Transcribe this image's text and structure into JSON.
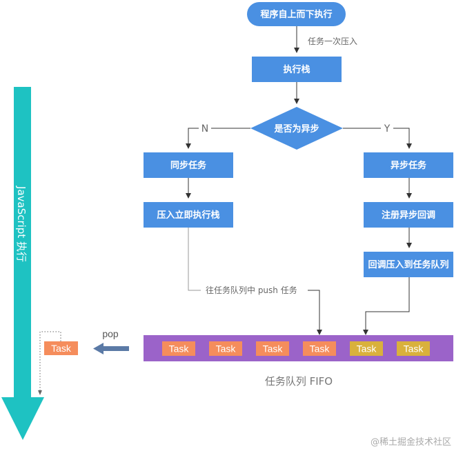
{
  "flow": {
    "start": "程序自上而下执行",
    "push_label": "任务一次压入",
    "stack": "执行栈",
    "decision": "是否为异步",
    "no": "N",
    "yes": "Y",
    "sync_task": "同步任务",
    "push_stack": "压入立即执行栈",
    "async_task": "异步任务",
    "register_cb": "注册异步回调",
    "cb_push_queue": "回调压入到任务队列",
    "push_queue_label": "往任务队列中 push 任务"
  },
  "queue": {
    "label": "任务队列 FIFO",
    "tasks": [
      "Task",
      "Task",
      "Task",
      "Task",
      "Task",
      "Task"
    ],
    "colors": {
      "bg": "#9b63c9",
      "task_normal": "#f58d5c",
      "task_new": "#d9b13c"
    }
  },
  "side": {
    "pop_label": "pop",
    "popped_task": "Task",
    "js_exec": "JavaScript 执行",
    "arrow_color": "#1ec2c2"
  },
  "watermark": "@稀土掘金技术社区"
}
